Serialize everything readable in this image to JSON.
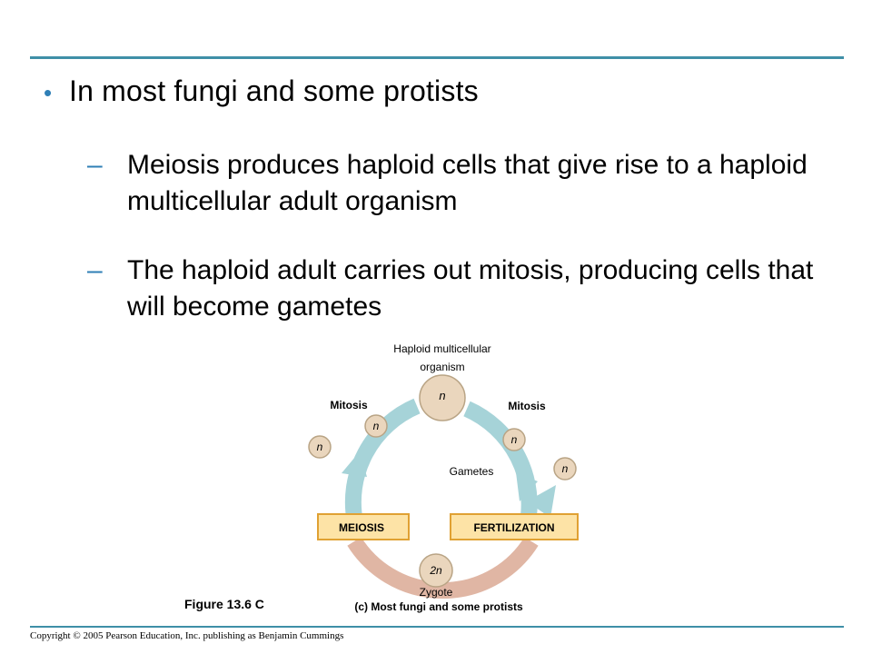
{
  "slide": {
    "bullet": "In most fungi and some protists",
    "subpoints": [
      {
        "dash": "–",
        "text": "Meiosis produces haploid cells that give rise to a haploid multicellular adult organism"
      },
      {
        "dash": "–",
        "text": "The haploid adult carries out mitosis, producing cells that will become gametes"
      }
    ],
    "bullet_symbol": "•"
  },
  "diagram": {
    "top_label_line1": "Haploid multicellular",
    "top_label_line2": "organism",
    "mitosis_left": "Mitosis",
    "mitosis_right": "Mitosis",
    "gametes": "Gametes",
    "meiosis": "MEIOSIS",
    "fertilization": "FERTILIZATION",
    "haploid_symbol": "n",
    "zygote_symbol": "2n",
    "zygote_label": "Zygote",
    "caption": "(c) Most fungi and some protists",
    "colors": {
      "haploid_arrow": "#a6d3d8",
      "diploid_arrow": "#e0b6a4",
      "cell_fill": "#ead6bd",
      "cell_stroke": "#b9a485",
      "box_fill": "#fde3a6",
      "box_stroke": "#e0a133",
      "accent": "#3f8fa7"
    }
  },
  "figure_label": "Figure 13.6 C",
  "copyright": "Copyright © 2005 Pearson Education, Inc. publishing as Benjamin Cummings"
}
